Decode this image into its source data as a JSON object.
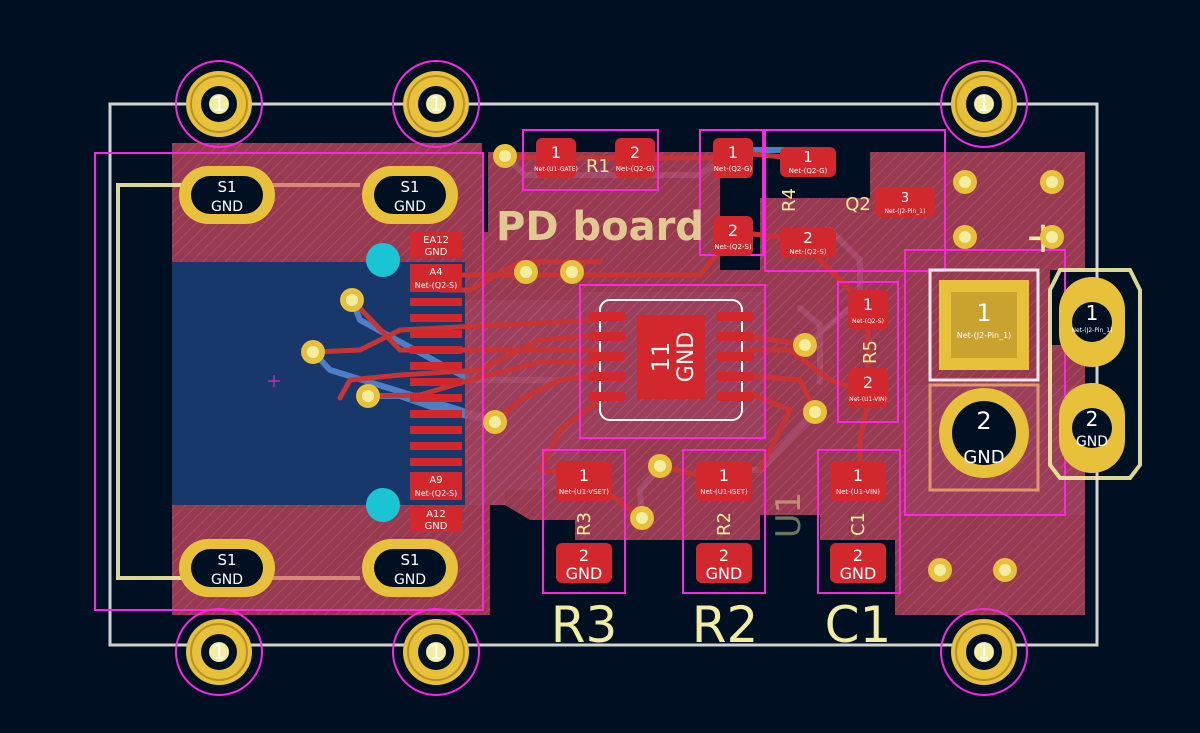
{
  "colors": {
    "background": "#001023",
    "board_outline": "#d0d2cd",
    "copper_front": "#c83434",
    "copper_fill": "#e0555f",
    "copper_back": "#4d7fc4",
    "pad_front": "#d1272d",
    "via_ring": "#e8c13a",
    "via_hole": "#f2eda1",
    "silkscreen": "#f2eda1",
    "courtyard": "#ff26e2",
    "npth": "#19c5d3"
  },
  "mounting_holes": [
    {
      "id": "mh-tl",
      "label": "1"
    },
    {
      "id": "mh-tm",
      "label": "1"
    },
    {
      "id": "mh-tr",
      "label": "1"
    },
    {
      "id": "mh-bl",
      "label": "1"
    },
    {
      "id": "mh-bm",
      "label": "1"
    },
    {
      "id": "mh-br",
      "label": "1"
    }
  ],
  "usb_connector": {
    "shield_pads": [
      {
        "num": "S1",
        "net": "GND"
      },
      {
        "num": "S1",
        "net": "GND"
      },
      {
        "num": "S1",
        "net": "GND"
      },
      {
        "num": "S1",
        "net": "GND"
      }
    ],
    "pins_top": [
      {
        "num": "EA12",
        "net": "GND"
      },
      {
        "num": "A4",
        "net": "Net-(Q2-S)"
      }
    ],
    "pins_bottom": [
      {
        "num": "A9",
        "net": "Net-(Q2-S)"
      },
      {
        "num": "A12",
        "net": "GND"
      }
    ]
  },
  "r1": {
    "ref": "R1",
    "pad1": {
      "num": "1",
      "net": "Net-(U1-GATE)"
    },
    "pad2": {
      "num": "2",
      "net": "Net-(Q2-G)"
    }
  },
  "r4": {
    "ref": "R4",
    "pad1": {
      "num": "1",
      "net": "Net-(Q2-G)"
    },
    "pad2": {
      "num": "2",
      "net": "Net-(Q2-S)"
    }
  },
  "q2": {
    "ref": "Q2",
    "pad1": {
      "num": "1",
      "net": "Net-(Q2-G)"
    },
    "pad2": {
      "num": "2",
      "net": "Net-(Q2-S)"
    },
    "pad3": {
      "num": "3",
      "net": "Net-(J2-Pin_1)"
    }
  },
  "r5": {
    "ref": "R5",
    "pad1": {
      "num": "1",
      "net": "Net-(Q2-S)"
    },
    "pad2": {
      "num": "2",
      "net": "Net-(U1-VIN)"
    }
  },
  "u1": {
    "ref": "U1",
    "ep_num": "11",
    "ep_net": "GND"
  },
  "r3": {
    "ref": "R3",
    "pad1": {
      "num": "1",
      "net": "Net-(U1-VSET)"
    },
    "pad2": {
      "num": "2",
      "net": "GND"
    }
  },
  "r2": {
    "ref": "R2",
    "pad1": {
      "num": "1",
      "net": "Net-(U1-ISET)"
    },
    "pad2": {
      "num": "2",
      "net": "GND"
    }
  },
  "c1": {
    "ref": "C1",
    "pad1": {
      "num": "1",
      "net": "Net-(U1-VIN)"
    },
    "pad2": {
      "num": "2",
      "net": "GND"
    }
  },
  "j2": {
    "pad1": {
      "num": "1",
      "net": "Net-(J2-Pin_1)"
    },
    "pad2": {
      "num": "2",
      "net": "GND"
    }
  },
  "j3": {
    "pad1": {
      "num": "1",
      "net": "Net-(J2-Pin_1)"
    },
    "pad2": {
      "num": "2",
      "net": "GND"
    }
  },
  "silk_labels": {
    "board_title": "PD board",
    "r3": "R3",
    "r2": "R2",
    "c1": "C1",
    "plus": "+"
  }
}
